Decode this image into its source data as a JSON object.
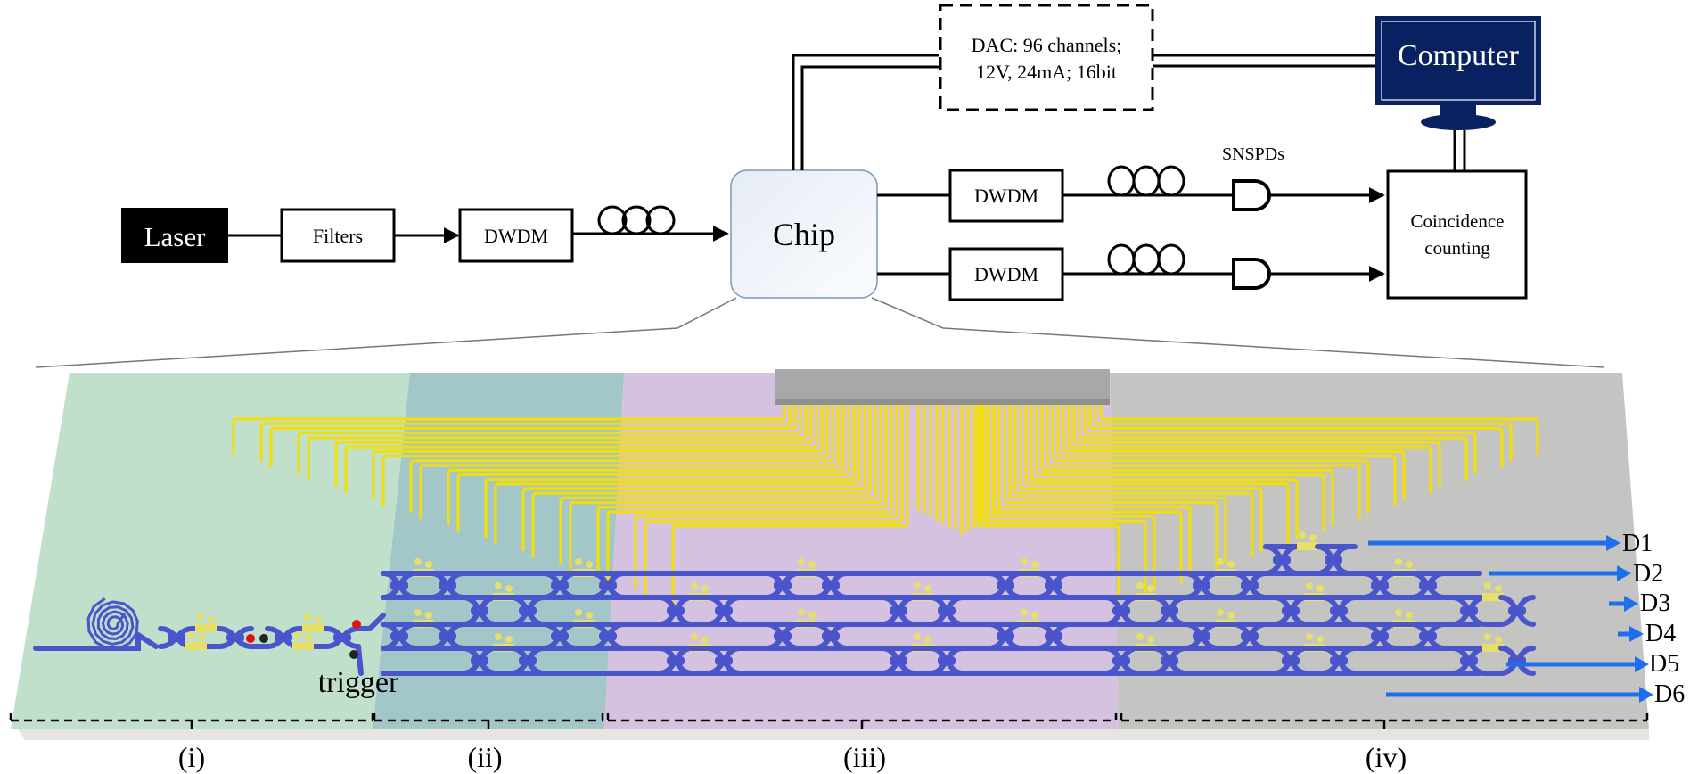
{
  "setup": {
    "laser": {
      "label": "Laser",
      "bg": "#000000",
      "fg": "#ffffff"
    },
    "filters": {
      "label": "Filters"
    },
    "input_dwdm": {
      "label": "DWDM"
    },
    "chip": {
      "label": "Chip"
    },
    "dac": {
      "line1": "DAC: 96 channels;",
      "line2": "12V, 24mA; 16bit"
    },
    "computer": {
      "label": "Computer",
      "color": "#0a2161"
    },
    "output_dwdm": [
      "DWDM",
      "DWDM"
    ],
    "snspd_label": "SNSPDs",
    "coincidence": {
      "line1": "Coincidence",
      "line2": "counting"
    }
  },
  "chip_render": {
    "trigger_label": "trigger",
    "sections": [
      {
        "label": "(i)",
        "color": "#c0e0cc"
      },
      {
        "label": "(ii)",
        "color": "#a3c6c9"
      },
      {
        "label": "(iii)",
        "color": "#d5c2e0"
      },
      {
        "label": "(iv)",
        "color": "#c4c4c2"
      }
    ],
    "detectors": [
      "D1",
      "D2",
      "D3",
      "D4",
      "D5",
      "D6"
    ],
    "colors": {
      "waveguide": "#4a55cc",
      "output_arrow": "#1e6fee",
      "electrode": "#f2de0c",
      "heater": "#e6df6a",
      "photon_red": "#dd1111",
      "photon_black": "#222222",
      "connector": "#a8a8a8"
    }
  }
}
